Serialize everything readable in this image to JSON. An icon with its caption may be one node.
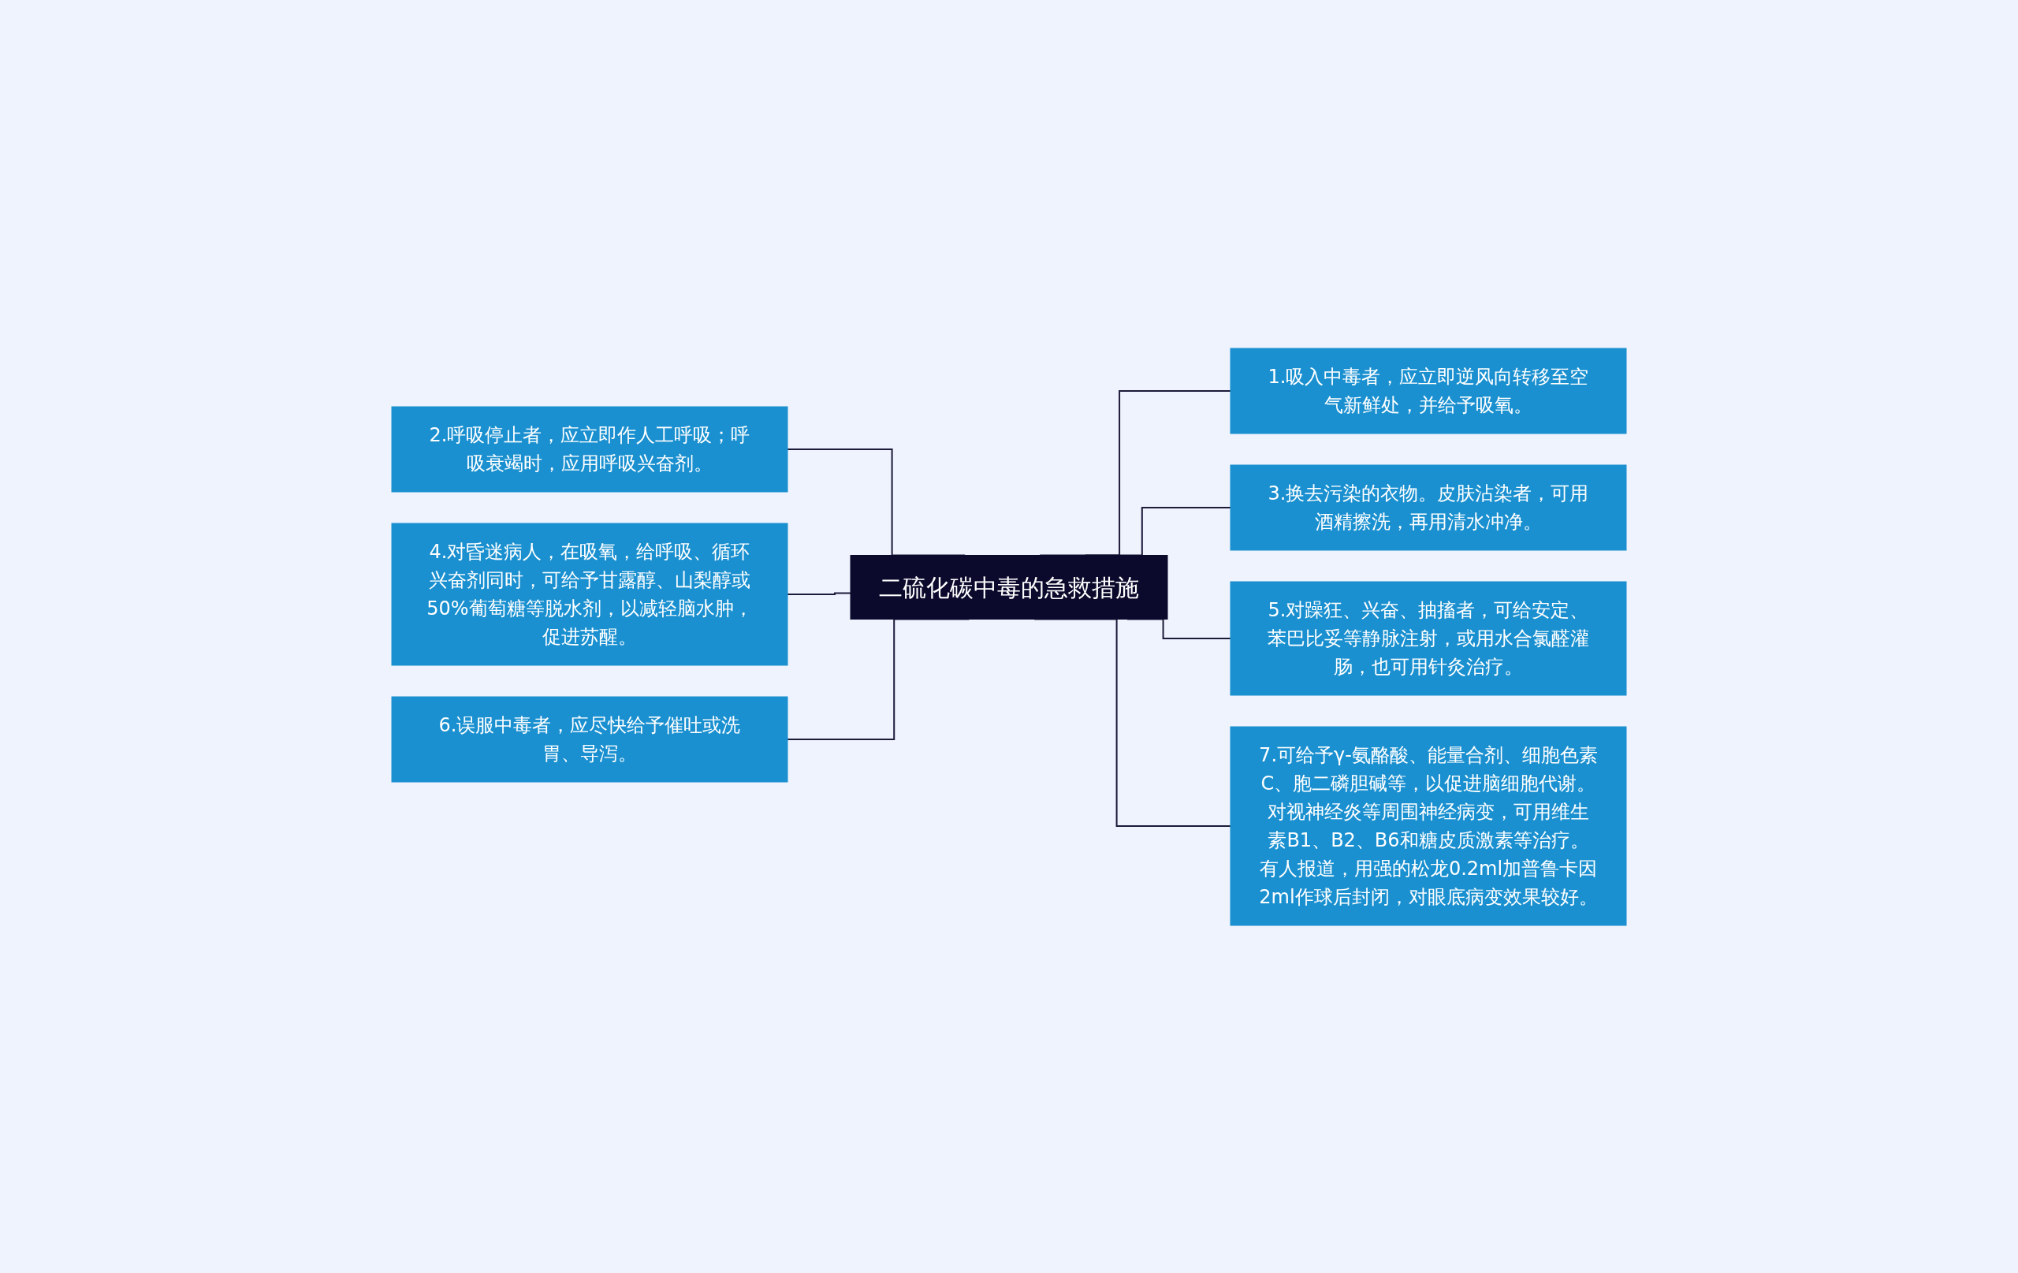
{
  "diagram": {
    "nodes": [
      {
        "text": [
          "二硫化碳中毒的急救措施"
        ]
      },
      {
        "text": [
          "1.吸入中毒者，应立即逆风向转移至空气新鲜处，并给予吸氧。"
        ]
      },
      {
        "text": [
          "2.呼吸停止者，应立即作人工呼吸；呼吸衰竭时，应用呼吸兴奋剂。"
        ]
      },
      {
        "text": [
          "3.换去污染的衣物。皮肤沾染者，可用酒精擦洗，再用清水冲净。"
        ]
      },
      {
        "text": [
          "4.对昏迷病人，在吸氧，给呼吸、循环兴奋剂同时，可给予甘露醇、山梨醇或50%葡萄糖等脱水剂，以减轻脑水肿，促进苏醒。"
        ]
      },
      {
        "text": [
          "5.对躁狂、兴奋、抽搐者，可给安定、苯巴比妥等静脉注射，或用水合氯醛灌肠，也可用针灸治疗。"
        ]
      },
      {
        "text": [
          "6.误服中毒者，应尽快给予催吐或洗胃、导泻。"
        ]
      },
      {
        "text": [
          "7.可给予γ-氨酪酸、能量合剂、细胞色素C、胞二磷胆碱等，以促进脑细胞代谢。对视神经炎等周围神经病变，可用维生素B1、B2、B6和糖皮质激素等治疗。有人报道，用强的松龙0.2ml加普鲁卡因2ml作球后封闭，对眼底病变效果较好。"
        ]
      }
    ],
    "edges": [
      {
        "from": 0,
        "to": 1,
        "arrow": "none"
      },
      {
        "from": 0,
        "to": 2,
        "arrow": "none"
      },
      {
        "from": 0,
        "to": 3,
        "arrow": "none"
      },
      {
        "from": 0,
        "to": 4,
        "arrow": "none"
      },
      {
        "from": 0,
        "to": 5,
        "arrow": "none"
      },
      {
        "from": 0,
        "to": 6,
        "arrow": "none"
      },
      {
        "from": 0,
        "to": 7,
        "arrow": "none"
      }
    ]
  }
}
